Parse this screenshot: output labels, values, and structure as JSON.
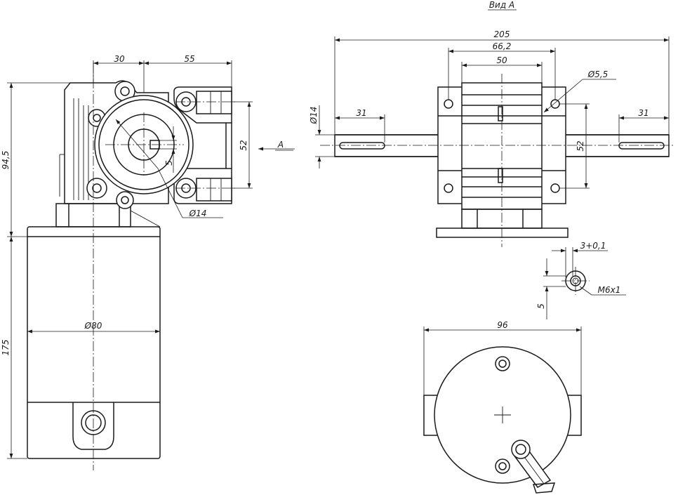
{
  "view_title": "Вид А",
  "view_arrow_label": "А",
  "dimensions": {
    "side_width_gearbox": "30",
    "side_width_flange": "55",
    "side_height_gearbox": "94,5",
    "side_height_motor": "175",
    "side_mount_spacing": "52",
    "side_key_width": "5",
    "side_shaft_dia": "Ø14",
    "motor_dia": "Ø80",
    "view_overall_length": "205",
    "view_flange_width": "66,2",
    "view_body_width": "50",
    "view_hole_dia": "Ø5,5",
    "view_shaft_dia": "Ø14",
    "view_shaft_left": "31",
    "view_shaft_right": "31",
    "view_mount_spacing": "52",
    "detail_offset": "3+0,1",
    "detail_thread": "M6x1",
    "detail_height": "5",
    "end_width": "96"
  }
}
